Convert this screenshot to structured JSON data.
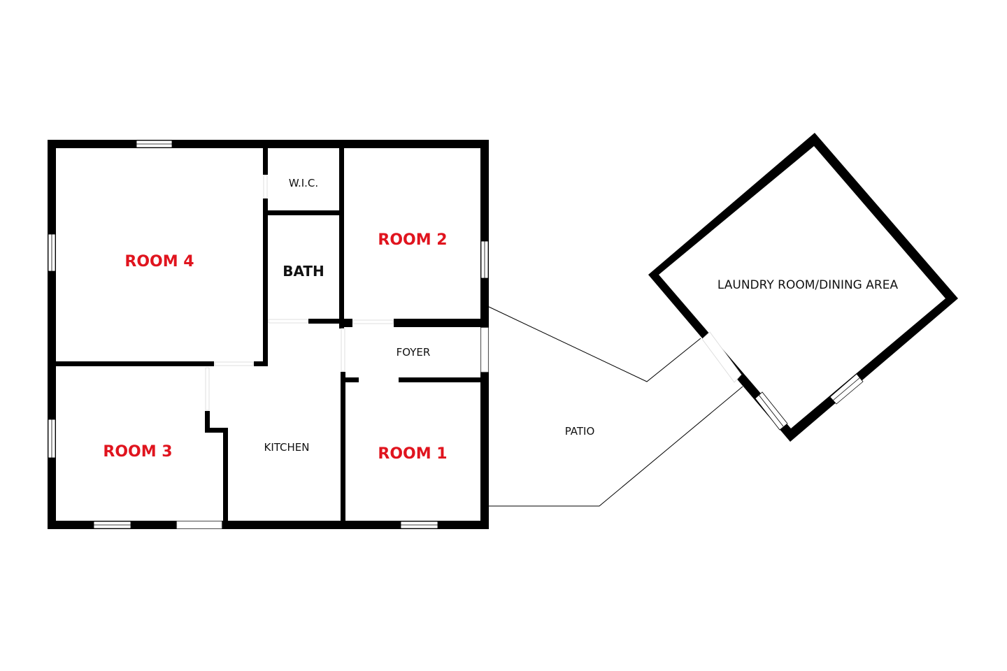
{
  "rooms": {
    "room4": "ROOM 4",
    "room2": "ROOM 2",
    "room3": "ROOM 3",
    "room1": "ROOM 1",
    "wic": "W.I.C.",
    "bath": "BATH",
    "foyer": "FOYER",
    "kitchen": "KITCHEN",
    "patio": "PATIO",
    "laundry": "LAUNDRY ROOM/DINING AREA"
  },
  "colors": {
    "wall": "#000000",
    "bedroom_label": "#e0141e",
    "label": "#111111"
  }
}
